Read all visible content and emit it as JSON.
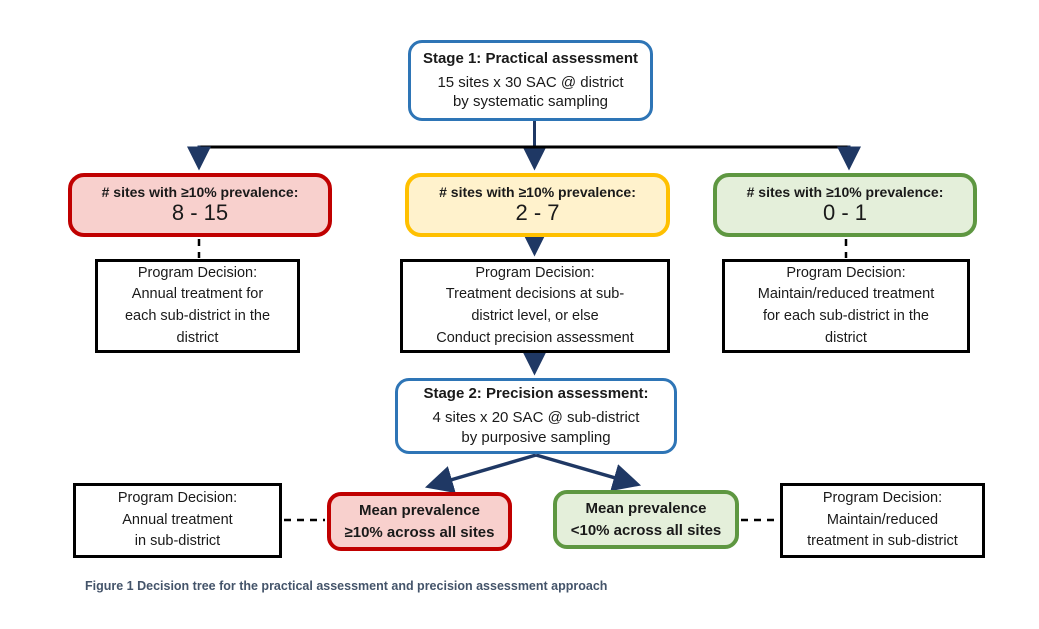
{
  "stage1": {
    "title": "Stage 1: Practical assessment",
    "body": "15 sites x 30 SAC @ district\nby systematic sampling"
  },
  "branches": [
    {
      "label": "# sites with ≥10% prevalence:",
      "value": "8 - 15",
      "decision": "Program Decision:\nAnnual treatment for\neach sub-district in the\ndistrict",
      "color": "#C00000"
    },
    {
      "label": "# sites with ≥10% prevalence:",
      "value": "2 - 7",
      "decision": "Program Decision:\nTreatment decisions at sub-\ndistrict level, or else\nConduct precision assessment",
      "color": "#FFC000"
    },
    {
      "label": "# sites with ≥10% prevalence:",
      "value": "0 - 1",
      "decision": "Program Decision:\nMaintain/reduced treatment\nfor each sub-district in the\ndistrict",
      "color": "#5E9741"
    }
  ],
  "stage2": {
    "title": "Stage 2: Precision assessment:",
    "body": "4 sites x 20 SAC @ sub-district\nby purposive sampling"
  },
  "outcomes": [
    {
      "label": "Mean prevalence\n≥10% across all sites",
      "decision": "Program Decision:\nAnnual treatment\nin sub-district",
      "color": "#C00000"
    },
    {
      "label": "Mean prevalence\n<10% across all sites",
      "decision": "Program Decision:\nMaintain/reduced\ntreatment in sub-district",
      "color": "#5E9741"
    }
  ],
  "caption": "Figure 1 Decision tree for the practical assessment and precision assessment approach",
  "palette": {
    "stage_border": "#2E75B6",
    "arrow": "#1F3864",
    "connector_black": "#000000",
    "red_fill": "#F8D0CD",
    "yellow_fill": "#FFF2CC",
    "green_fill": "#E4EFDA",
    "caption_color": "#44546A"
  }
}
